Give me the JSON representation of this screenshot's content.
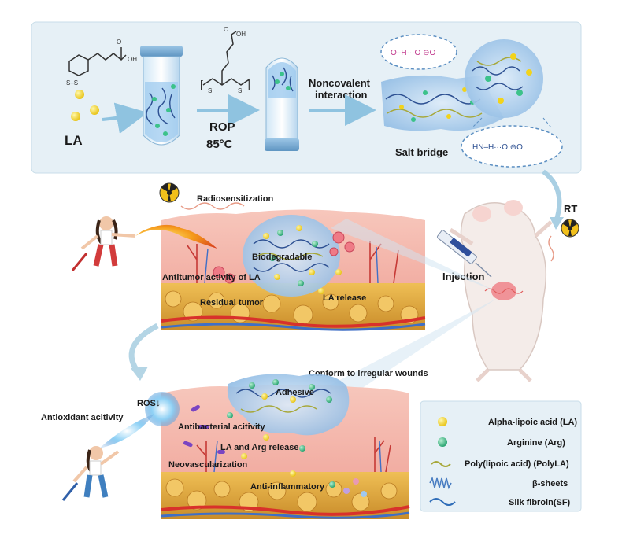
{
  "synthesis": {
    "la_label": "LA",
    "rop_label": "ROP",
    "temp_label": "85°C",
    "noncovalent_line1": "Noncovalent",
    "noncovalent_line2": "interaction",
    "salt_bridge_label": "Salt bridge",
    "la_structure": {
      "ss_label": "S–S",
      "oh_label": "OH",
      "o_label": "O"
    },
    "poly_structure": {
      "o_label": "O",
      "oh_label": "OH",
      "s_label_1": "S",
      "s_label_2": "S"
    },
    "hbond_text": "O–H···O  ⊖O",
    "saltbridge_text": "HN–H···O  ⊖O"
  },
  "tumor_panel": {
    "radiosensitization": "Radiosensitization",
    "biodegradable": "Biodegradable",
    "antitumor": "Antitumor activity of LA",
    "residual_tumor": "Residual tumor",
    "la_release": "LA release"
  },
  "mouse": {
    "injection": "Injection",
    "rt": "RT"
  },
  "wound_panel": {
    "conform": "Conform to irregular wounds",
    "ros": "ROS",
    "antioxidant": "Antioxidant acitivity",
    "adhesive": "Adhesive",
    "antibacterial": "Antibacterial acitivity",
    "la_arg_release": "LA and Arg release",
    "neovascularization": "Neovascularization",
    "anti_inflammatory": "Anti-inflammatory"
  },
  "legend": {
    "items": [
      {
        "label": "Alpha-lipoic acid (LA)",
        "icon": "yellow-dot",
        "color": "#f2d31b"
      },
      {
        "label": "Arginine (Arg)",
        "icon": "green-dot",
        "color": "#3cc28a"
      },
      {
        "label": "Poly(lipoic acid) (PolyLA)",
        "icon": "olive-wave",
        "color": "#a7a83a"
      },
      {
        "label": "β-sheets",
        "icon": "blue-zigzag",
        "color": "#4a7ec2"
      },
      {
        "label": "Silk fibroin(SF)",
        "icon": "blue-wave",
        "color": "#2f6db8"
      }
    ]
  },
  "colors": {
    "panel_bg": "#e7f1f7",
    "skin": "#f3b7ab",
    "fat": "#e2a93f",
    "gel": "#b9d8f2",
    "radiation": "#f2c01b",
    "vessel_red": "#d8312b",
    "vessel_blue": "#3f6fc6"
  }
}
